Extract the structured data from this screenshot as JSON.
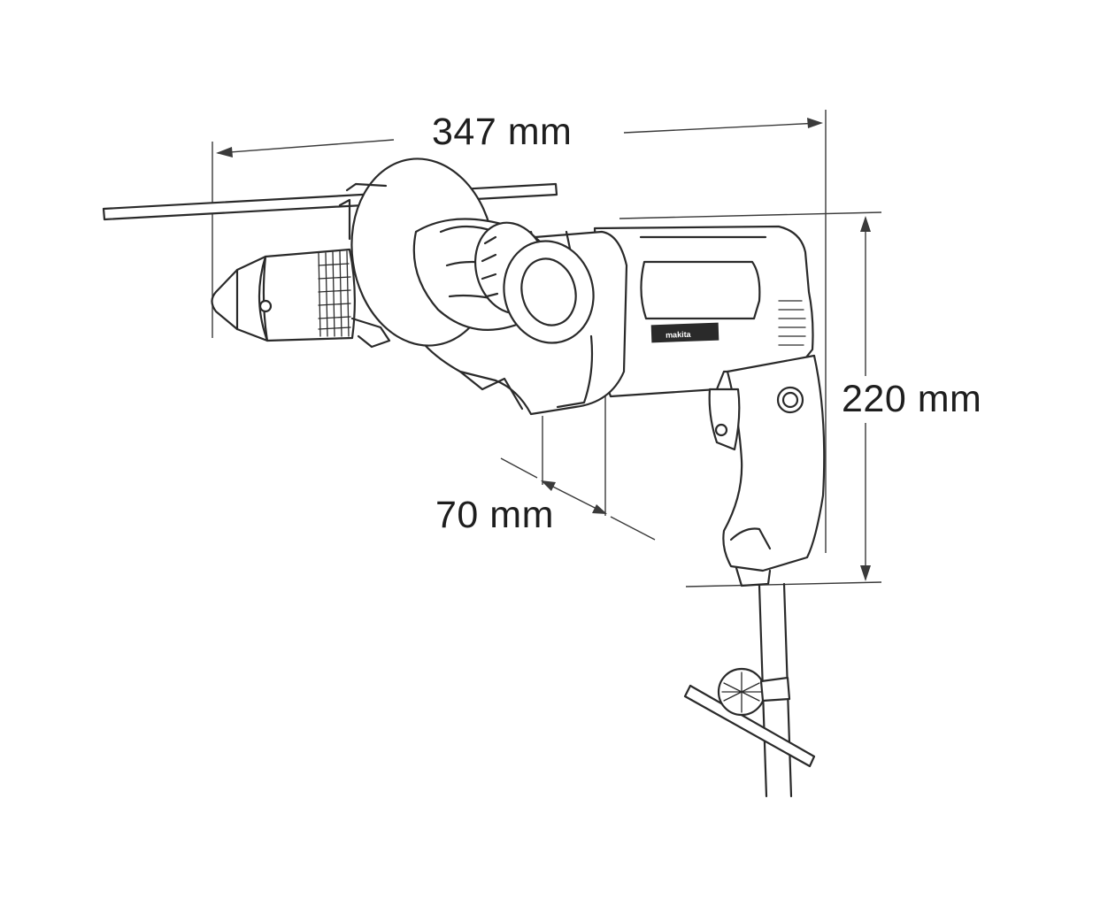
{
  "dimensions": {
    "length": "347 mm",
    "height": "220 mm",
    "depth": "70 mm"
  },
  "brand": "makita",
  "icons": [
    "drill-icon",
    "side-handle-icon",
    "chuck-key-icon",
    "power-cord-icon"
  ]
}
